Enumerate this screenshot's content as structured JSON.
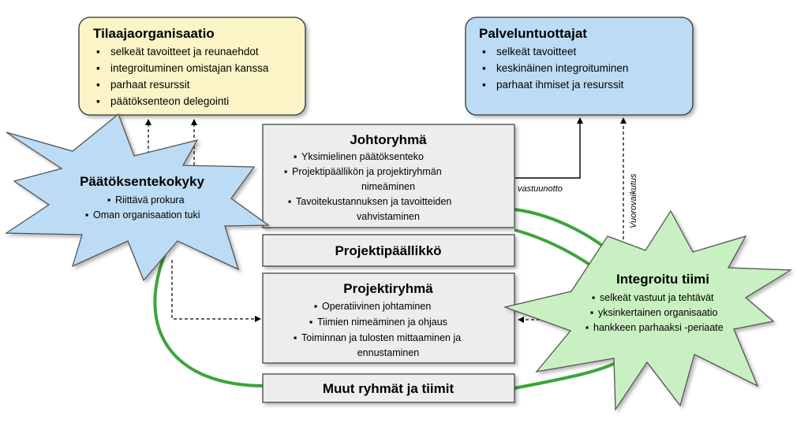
{
  "client_org": {
    "title": "Tilaajaorganisaatio",
    "items": [
      "selkeät tavoitteet ja reunaehdot",
      "integroituminen omistajan kanssa",
      "parhaat resurssit",
      "päätöksenteon delegointi"
    ]
  },
  "service_providers": {
    "title": "Palveluntuottajat",
    "items": [
      "selkeät tavoitteet",
      "keskinäinen integroituminen",
      "parhaat ihmiset ja resurssit"
    ]
  },
  "decision_ability": {
    "title": "Päätöksentekokyky",
    "items": [
      "Riittävä prokura",
      "Oman organisaation tuki"
    ]
  },
  "steering_group": {
    "title": "Johtoryhmä",
    "lines": [
      "Yksimielinen päätöksenteko",
      "Projektipäällikön ja projektiryhmän",
      "nimeäminen",
      "Tavoitekustannuksen ja tavoitteiden",
      "vahvistaminen"
    ]
  },
  "project_manager": {
    "title": "Projektipäällikkö"
  },
  "project_group": {
    "title": "Projektiryhmä",
    "lines": [
      "Operatiivinen johtaminen",
      "Tiimien nimeäminen ja ohjaus",
      "Toiminnan ja tulosten mittaaminen ja",
      "ennustaminen"
    ]
  },
  "other_groups": {
    "title": "Muut ryhmät ja tiimit"
  },
  "integrated_team": {
    "title": "Integroitu tiimi",
    "items": [
      "selkeät vastuut ja tehtävät",
      "yksinkertainen organisaatio",
      "hankkeen parhaaksi -periaate"
    ]
  },
  "labels": {
    "responsibility": "vastuunotto",
    "interaction": "Vuorovaikutus"
  },
  "colors": {
    "client_fill": "#fbf4c6",
    "provider_fill": "#bcdcf5",
    "star_blue": "#bcdcf5",
    "star_green": "#c9f0c2",
    "gray_box": "#ededed",
    "green_line": "#3aa63a"
  }
}
